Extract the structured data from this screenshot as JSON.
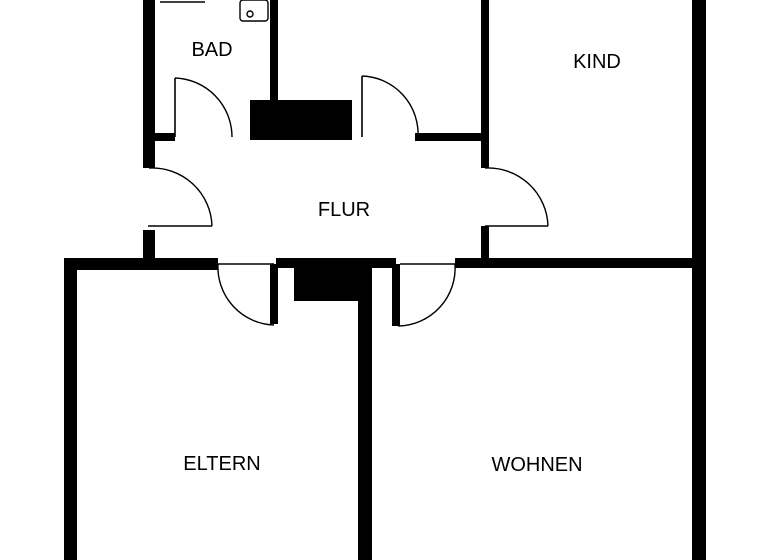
{
  "floor_plan": {
    "rooms": {
      "bad": "BAD",
      "kind": "KIND",
      "flur": "FLUR",
      "eltern": "ELTERN",
      "wohnen": "WOHNEN"
    },
    "colors": {
      "wall": "#000000",
      "background": "#ffffff"
    }
  }
}
